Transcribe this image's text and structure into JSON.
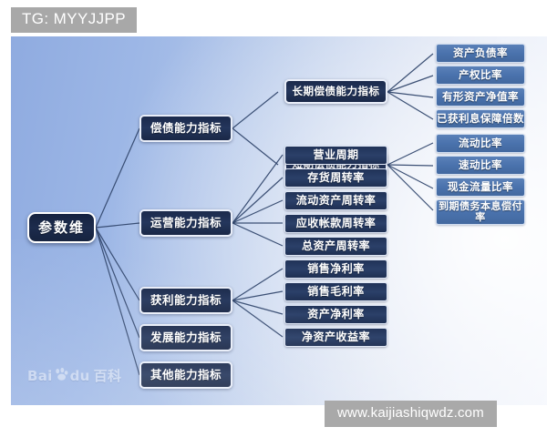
{
  "watermarks": {
    "tag": "TG: MYYJJPP",
    "url": "www.kaijiashiqwdz.com",
    "baidu_bai": "Bai",
    "baidu_du": "du",
    "baidu_baike": "百科"
  },
  "mindmap": {
    "root": "参数维",
    "branches": [
      {
        "label": "偿债能力指标",
        "children": [
          {
            "label": "长期偿债能力指标",
            "children": [
              "资产负债率",
              "产权比率",
              "有形资产净值率",
              "已获利息保障倍数"
            ]
          },
          {
            "label": "短期偿债能力指标",
            "children": [
              "流动比率",
              "速动比率",
              "现金流量比率",
              "到期债务本息偿付率"
            ]
          }
        ]
      },
      {
        "label": "运营能力指标",
        "children": [
          {
            "label": "营业周期",
            "children": []
          },
          {
            "label": "存货周转率",
            "children": []
          },
          {
            "label": "流动资产周转率",
            "children": []
          },
          {
            "label": "应收帐款周转率",
            "children": []
          },
          {
            "label": "总资产周转率",
            "children": []
          }
        ]
      },
      {
        "label": "获利能力指标",
        "children": [
          {
            "label": "销售净利率",
            "children": []
          },
          {
            "label": "销售毛利率",
            "children": []
          },
          {
            "label": "资产净利率",
            "children": []
          },
          {
            "label": "净资产收益率",
            "children": []
          }
        ]
      },
      {
        "label": "发展能力指标",
        "children": []
      },
      {
        "label": "其他能力指标",
        "children": []
      }
    ]
  },
  "colors": {
    "root_fill": "#1b2a4c",
    "node_dark": "#24365c",
    "node_slate": "#2b4069",
    "node_steel": "#4a72ad",
    "edge": "#33486e",
    "panel_left": "#8fabe0",
    "panel_right": "#eef2fb",
    "watermark_bg": "#a8a8a8"
  }
}
